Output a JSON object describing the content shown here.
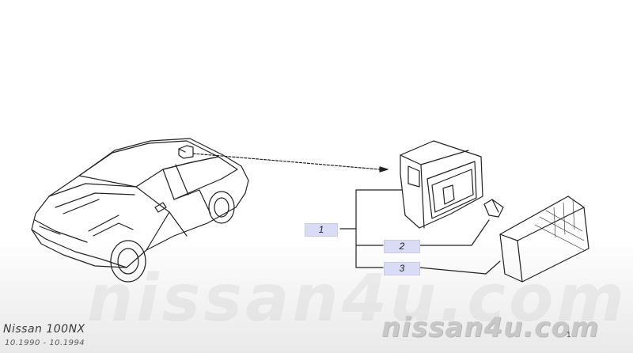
{
  "callouts": [
    {
      "label": "1"
    },
    {
      "label": "2"
    },
    {
      "label": "3"
    }
  ],
  "footer": {
    "model": "Nissan 100NX",
    "dates": "10.1990 - 10.1994",
    "brand": "nissan4u.com",
    "corner_mark": "1"
  },
  "watermark": {
    "text": "nissan4u.com"
  },
  "colors": {
    "callout_fill": "#d9dcf4",
    "line": "#222222",
    "brand_grey": "#c8c8c8"
  }
}
